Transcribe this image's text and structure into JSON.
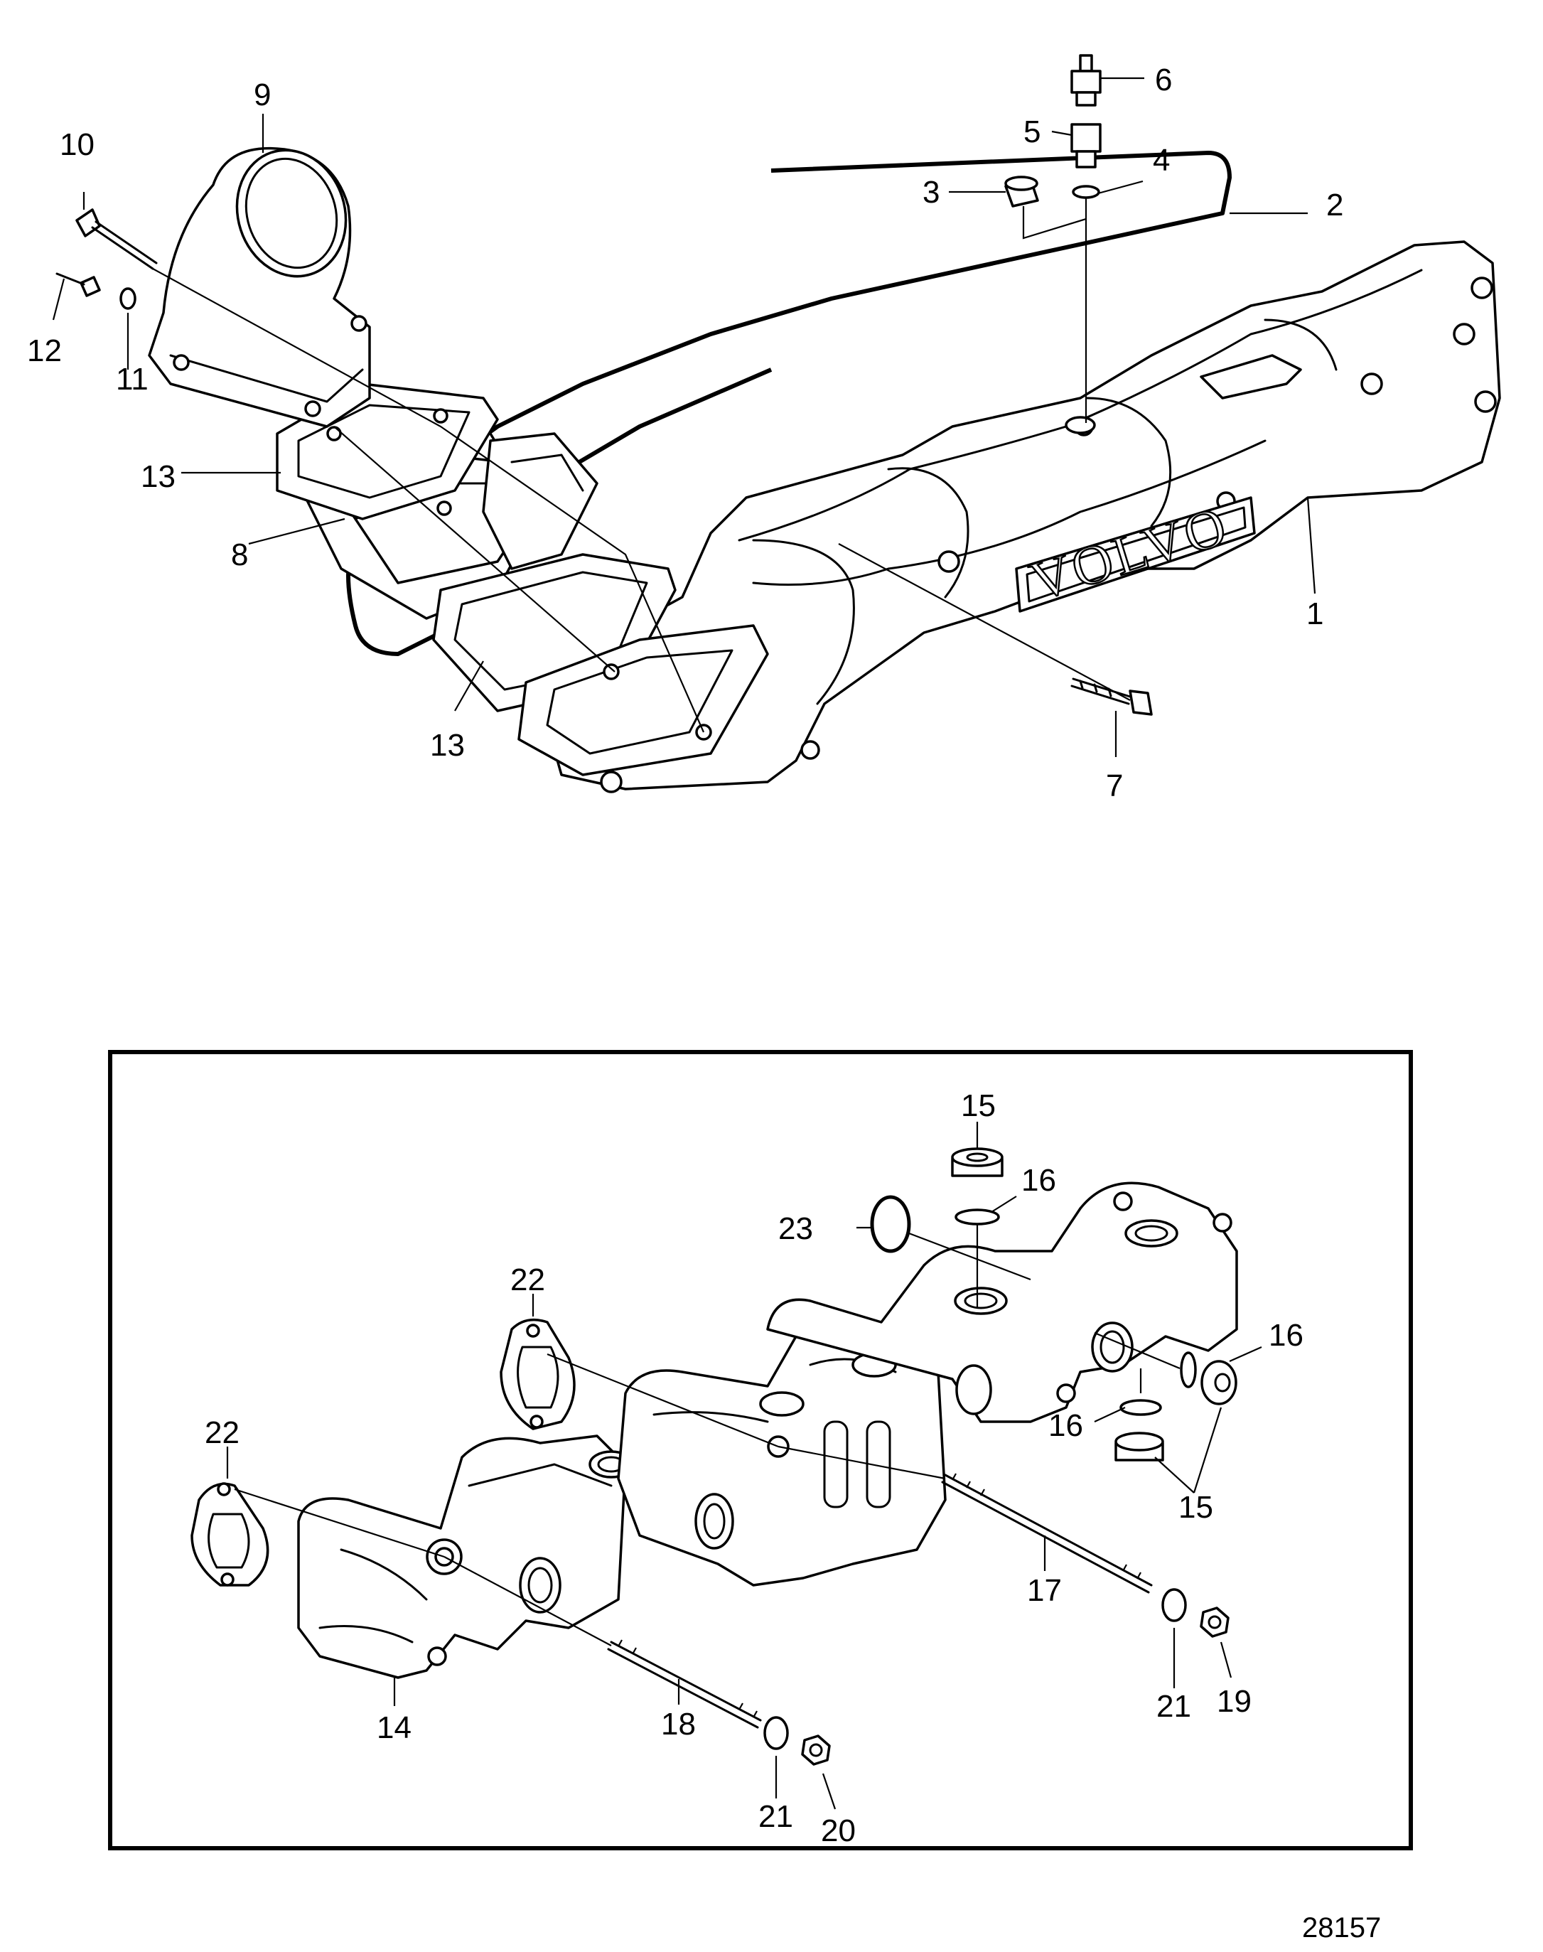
{
  "figure_ref": "28157",
  "logo_text": "VOLVO",
  "callouts": {
    "c1": "1",
    "c2": "2",
    "c3": "3",
    "c4": "4",
    "c5": "5",
    "c6": "6",
    "c7": "7",
    "c8": "8",
    "c9": "9",
    "c10": "10",
    "c11": "11",
    "c12": "12",
    "c13a": "13",
    "c13b": "13",
    "c14": "14",
    "c15a": "15",
    "c15b": "15",
    "c16a": "16",
    "c16b": "16",
    "c16c": "16",
    "c17": "17",
    "c18": "18",
    "c19": "19",
    "c20": "20",
    "c21a": "21",
    "c21b": "21",
    "c22a": "22",
    "c22b": "22",
    "c23": "23"
  }
}
